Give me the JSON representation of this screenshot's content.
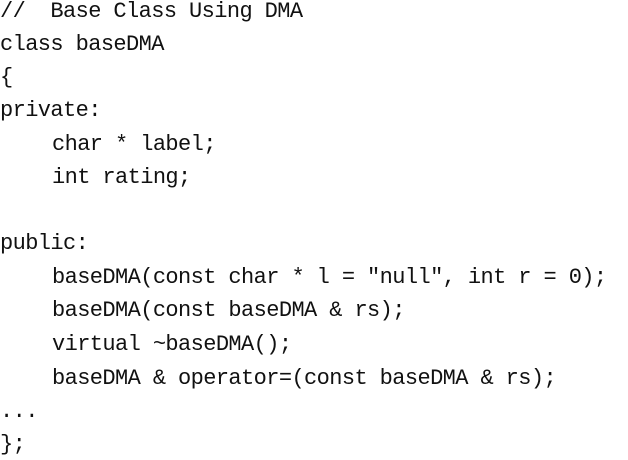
{
  "code": {
    "lines": [
      "//  Base Class Using DMA",
      "class baseDMA",
      "{",
      "private:",
      "char * label;",
      "int rating;",
      "",
      "public:",
      "baseDMA(const char * l = \"null\", int r = 0);",
      "baseDMA(const baseDMA & rs);",
      "virtual ~baseDMA();",
      "baseDMA & operator=(const baseDMA & rs);",
      "...",
      "};"
    ]
  }
}
